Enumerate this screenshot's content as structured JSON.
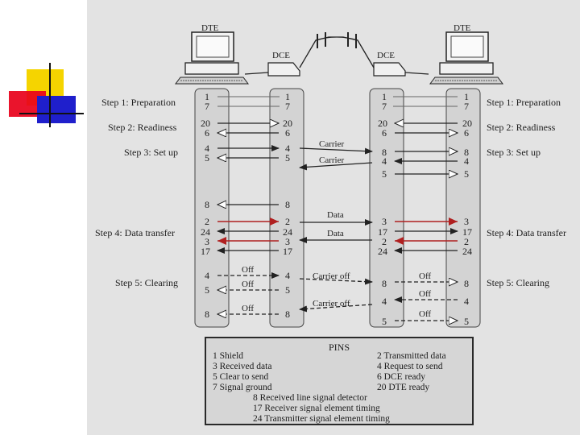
{
  "title": "",
  "devices": {
    "dte_left": "DTE",
    "dce_left": "DCE",
    "dce_right": "DCE",
    "dte_right": "DTE"
  },
  "steps": [
    "Step 1: Preparation",
    "Step 2: Readiness",
    "Step 3: Set up",
    "Step 4: Data transfer",
    "Step 5: Clearing"
  ],
  "left_pins": [
    "1",
    "7",
    "20",
    "6",
    "4",
    "5",
    "8",
    "2",
    "24",
    "3",
    "17",
    "4",
    "5",
    "8"
  ],
  "right_pins": [
    "1",
    "7",
    "20",
    "6",
    "8",
    "4",
    "5",
    "3",
    "17",
    "2",
    "24",
    "8",
    "4",
    "5"
  ],
  "signals": {
    "carrier_1": "Carrier",
    "carrier_2": "Carrier",
    "data_1": "Data",
    "data_2": "Data",
    "off_l1": "Off",
    "off_l2": "Off",
    "off_l3": "Off",
    "carrier_off_1": "Carrier off",
    "carrier_off_2": "Carrier off",
    "off_r1": "Off",
    "off_r2": "Off",
    "off_r3": "Off"
  },
  "legend": {
    "title": "PINS",
    "left": [
      "1 Shield",
      "3 Received data",
      "5 Clear to send",
      "7 Signal ground"
    ],
    "right": [
      "2 Transmitted data",
      "4 Request to send",
      "6 DCE ready",
      "20 DTE ready"
    ],
    "center": [
      "8 Received line signal detector",
      "17 Receiver signal element timing",
      "24 Transmitter signal element timing"
    ]
  },
  "colors": {
    "accent_yellow": "#f5d400",
    "accent_red": "#e8001a",
    "accent_blue": "#1f1fcc",
    "data_arrow": "#b02020",
    "panel": "#d3d3d3"
  }
}
